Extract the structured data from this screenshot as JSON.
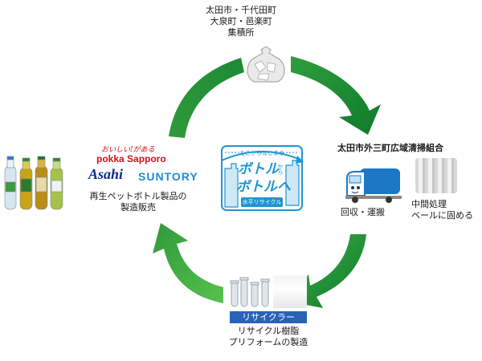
{
  "top_node": {
    "lines": [
      "太田市・千代田町",
      "大泉町・邑楽町",
      "集積所"
    ]
  },
  "right_node": {
    "title": "太田市外三町広域清掃組合",
    "left_caption": [
      "回収・運搬"
    ],
    "right_caption": [
      "中間処理",
      "ベールに固める"
    ]
  },
  "bottom_node": {
    "badge": "リサイクラー",
    "lines": [
      "リサイクル樹脂",
      "プリフォームの製造"
    ]
  },
  "left_node": {
    "brands": {
      "pokka_tag": "おいしい!がある",
      "pokka": "pokka Sapporo",
      "asahi": "Asahi",
      "suntory": "SUNTORY"
    },
    "lines": [
      "再生ペットボトル製品の",
      "製造販売"
    ]
  },
  "center_logo": {
    "top": "ここからはじまる",
    "line1": "ボトル",
    "small": "から",
    "line2": "ボトルへ",
    "bottom": "水平リサイクル"
  },
  "colors": {
    "arrow_dark": "#0f7a2e",
    "arrow_light": "#57c04e",
    "logo_blue": "#1f95d2",
    "badge_blue": "#2a62b8"
  }
}
